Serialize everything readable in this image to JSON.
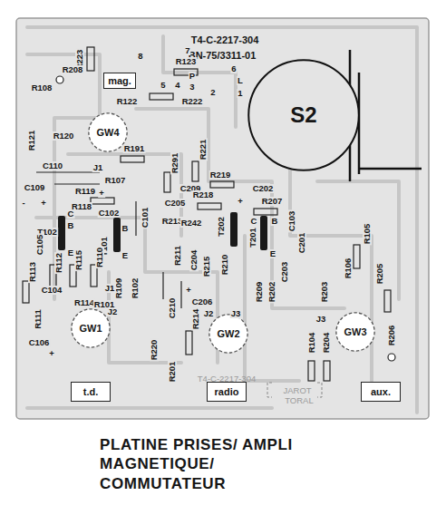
{
  "diagram": {
    "caption": "PLATINE PRISES/ AMPLI MAGNETIQUE/ COMMUTATEUR",
    "nodes": [
      {
        "text": [
          "mag."
        ]
      },
      {
        "text": [
          "GW4"
        ]
      },
      {
        "text": [
          "S2"
        ]
      },
      {
        "text": [
          "GW1"
        ]
      },
      {
        "text": [
          "GW2"
        ]
      },
      {
        "text": [
          "GW3"
        ]
      },
      {
        "text": [
          "t.d."
        ]
      },
      {
        "text": [
          "radio"
        ]
      },
      {
        "text": [
          "aux."
        ]
      }
    ],
    "labels": [
      "T4-C-2217-304",
      "BN-75/3311-01",
      "8",
      "7",
      "R223",
      "R123",
      "6",
      "R208",
      "R108",
      "P",
      "L",
      "5",
      "4",
      "3",
      "2",
      "1",
      "R222",
      "R122",
      "R121",
      "R120",
      "R191",
      "R221",
      "R291",
      "J1",
      "C110",
      "C109",
      "R107",
      "R219",
      "C202",
      "C209",
      "R119",
      "R118",
      "R218",
      "R207",
      "C205",
      "C101",
      "C102",
      "+",
      "-",
      "+",
      "B",
      "C",
      "T102",
      "E",
      "C105",
      "B",
      "T101",
      "E",
      "R213",
      "R242",
      "+",
      "T202",
      "C",
      "B",
      "T201",
      "E",
      "C103",
      "C201",
      "R105",
      "R112",
      "R115",
      "R110",
      "R211",
      "C204",
      "R215",
      "R210",
      "R113",
      "R109",
      "R102",
      "R209",
      "R202",
      "C203",
      "R203",
      "R106",
      "R205",
      "C104",
      "R114",
      "R101",
      "J1",
      "C210",
      "C206",
      "+",
      "R111",
      "J2",
      "J2",
      "J3",
      "J3",
      "R214",
      "R220",
      "R104",
      "R204",
      "R206",
      "C106",
      "+",
      "R201",
      "T4-C-2217-304",
      "JAROT",
      "TORAL"
    ]
  }
}
